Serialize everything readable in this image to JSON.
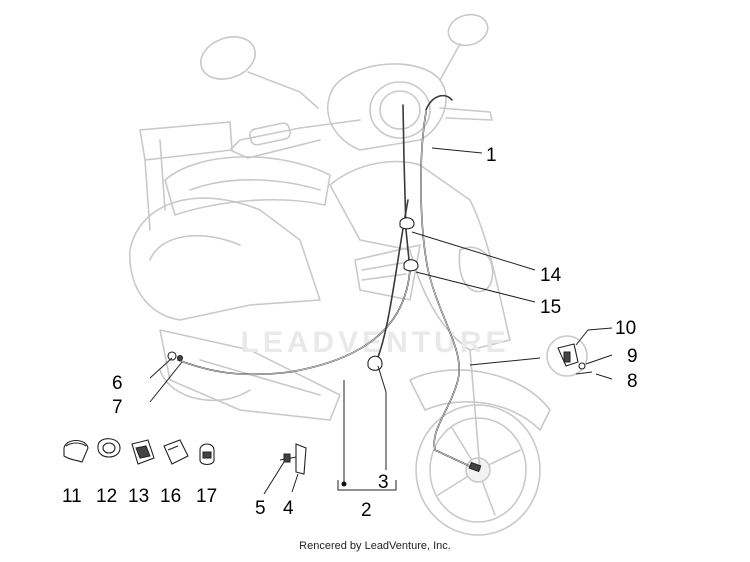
{
  "watermark": "LEADVENTURE",
  "footer": "Rencered by LeadVenture, Inc.",
  "callouts": {
    "c1": "1",
    "c2": "2",
    "c3": "3",
    "c4": "4",
    "c5": "5",
    "c6": "6",
    "c7": "7",
    "c8": "8",
    "c9": "9",
    "c10": "10",
    "c11": "11",
    "c12": "12",
    "c13": "13",
    "c14": "14",
    "c15": "15",
    "c16": "16",
    "c17": "17"
  }
}
